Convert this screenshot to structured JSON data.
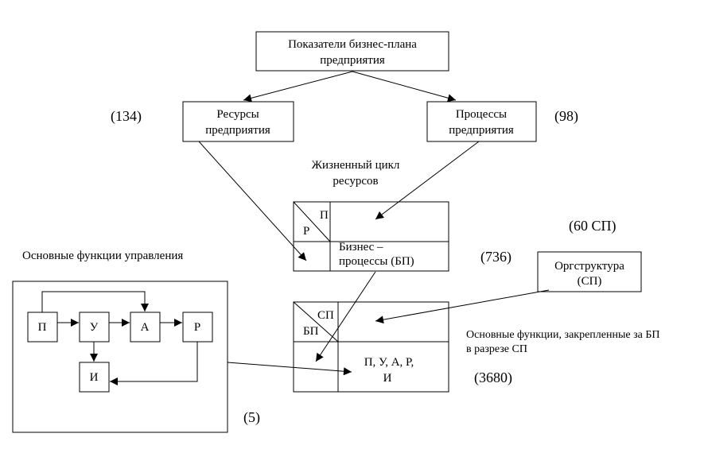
{
  "nodes": {
    "top": [
      "Показатели бизнес-плана",
      "предприятия"
    ],
    "resources": [
      "Ресурсы",
      "предприятия"
    ],
    "processes": [
      "Процессы",
      "предприятия"
    ],
    "orgstructure": [
      "Оргструктура",
      "(СП)"
    ],
    "lifecycle_title": [
      "Жизненный цикл",
      "ресурсов"
    ],
    "matrix1": {
      "corner_top": "П",
      "corner_bottom": "Р",
      "cell": [
        "Бизнес –",
        "процессы (БП)"
      ]
    },
    "matrix2": {
      "corner_top": "СП",
      "corner_bottom": "БП",
      "cell": [
        "П, У, А, Р,",
        "И"
      ]
    }
  },
  "counts": {
    "resources": "(134)",
    "processes": "(98)",
    "business_processes": "(736)",
    "orgstructure": "(60 СП)",
    "functions_matrix": "(3680)",
    "management_functions": "(5)"
  },
  "management_functions": {
    "title": "Основные функции управления",
    "boxes": [
      "П",
      "У",
      "А",
      "Р",
      "И"
    ]
  },
  "note": [
    "Основные функции, закрепленные за БП",
    "в разрезе СП"
  ]
}
